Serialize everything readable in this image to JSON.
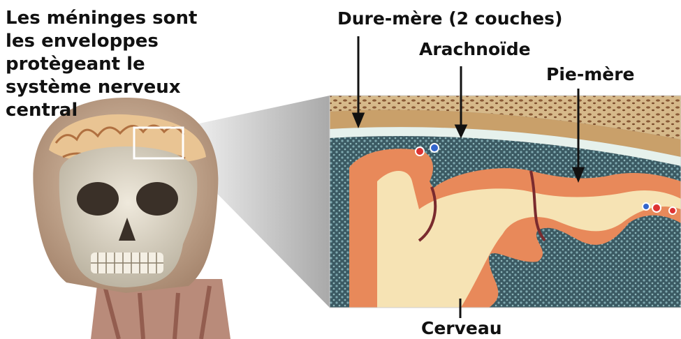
{
  "title": "Les méninges sont\nles enveloppes\nprotègeant le\nsystème nerveux\ncentral",
  "labels": {
    "dura": "Dure-mère (2 couches)",
    "arachnoid": "Arachnoïde",
    "pia": "Pie-mère",
    "brain": "Cerveau"
  }
}
